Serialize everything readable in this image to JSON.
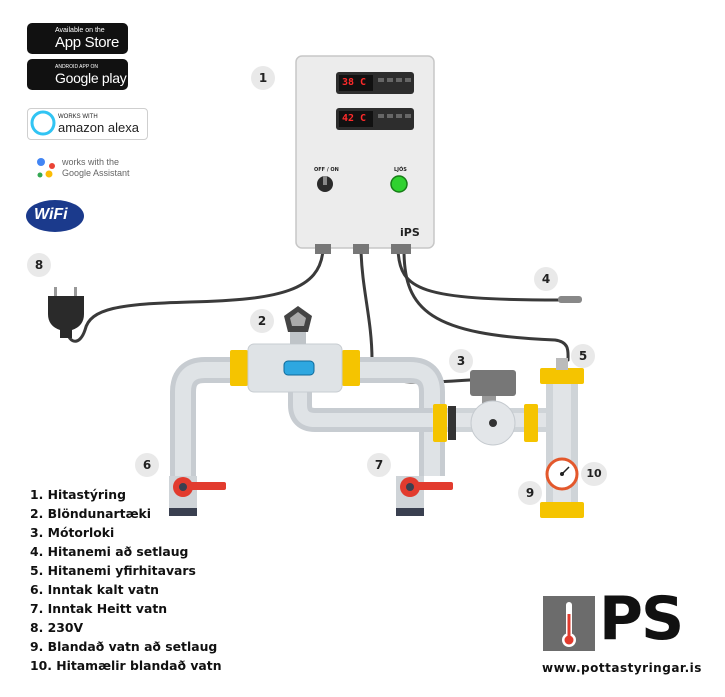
{
  "badges": {
    "appstore_small": "Available on the",
    "appstore_big": "App Store",
    "googleplay_small": "ANDROID APP ON",
    "googleplay_big": "Google play",
    "alexa_small": "WORKS WITH",
    "alexa_big": "amazon alexa",
    "assistant_line1": "works with the",
    "assistant_line2": "Google Assistant",
    "wifi": "WiFi"
  },
  "controller": {
    "display_top": "38 C",
    "display_bottom": "42 C",
    "switch_label": "OFF / ON",
    "lamp_label": "LJÓS",
    "brand": "iPS"
  },
  "markers": [
    "1",
    "2",
    "3",
    "4",
    "5",
    "6",
    "7",
    "8",
    "9",
    "10"
  ],
  "legend": [
    "1. Hitastýring",
    "2. Blöndunartæki",
    "3. Mótorloki",
    "4. Hitanemi að setlaug",
    "5. Hitanemi yfirhitavars",
    "6. Inntak kalt vatn",
    "7. Inntak Heitt vatn",
    "8. 230V",
    "9. Blandað vatn að setlaug",
    "10. Hitamælir blandað vatn"
  ],
  "brand": {
    "ps": "PS",
    "website": "www.pottastyringar.is"
  },
  "colors": {
    "pipe": "#d9dde0",
    "fitting_yellow": "#f5c400",
    "valve_red": "#e23b2e",
    "display_red": "#ff2a2a",
    "lamp_green": "#2fd12f",
    "alexa_blue": "#31c4f3"
  }
}
